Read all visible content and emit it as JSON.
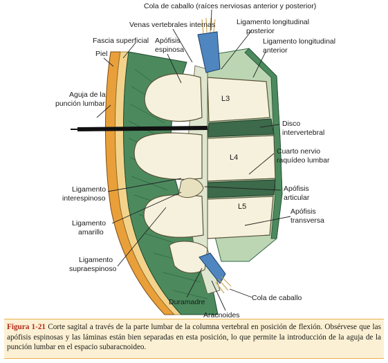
{
  "figure": {
    "labels": {
      "cauda_roots": "Cola de caballo (raíces nerviosas anterior y posterior)",
      "internal_veins": "Venas vertebrales internas",
      "posterior_ligament_1": "Ligamento longitudinal",
      "posterior_ligament_2": "posterior",
      "superficial_fascia": "Fascia superficial",
      "spinous_process_1": "Apófisis",
      "spinous_process_2": "espinosa",
      "anterior_ligament_1": "Ligamento longitudinal",
      "anterior_ligament_2": "anterior",
      "skin": "Piel",
      "needle_1": "Aguja de la",
      "needle_2": "punción lumbar",
      "disc_1": "Disco",
      "disc_2": "intervertebral",
      "nerve_1": "Cuarto nervio",
      "nerve_2": "raquídeo lumbar",
      "interspinous_1": "Ligamento",
      "interspinous_2": "interespinoso",
      "articular_1": "Apófisis",
      "articular_2": "articular",
      "flavum_1": "Ligamento",
      "flavum_2": "amarillo",
      "transverse_1": "Apófisis",
      "transverse_2": "transversa",
      "supraspinous_1": "Ligamento",
      "supraspinous_2": "supraespinoso",
      "dura": "Duramadre",
      "cauda_equina": "Cola de caballo",
      "arachnoid": "Aracnoides",
      "vertebra_l3": "L3",
      "vertebra_l4": "L4",
      "vertebra_l5": "L5"
    },
    "caption": {
      "label": "Figura 1-21",
      "text": " Corte sagital a través de la parte lumbar de la columna vertebral en posición de flexión. Obsérvese que las apófisis espinosas y las láminas están bien separadas en esta posición, lo que permite la introducción de la aguja de la punción lumbar en el espacio subaracnoideo."
    },
    "colors": {
      "skin": "#e9a03a",
      "fat": "#f3d38c",
      "muscle_green": "#4c8a5e",
      "muscle_light": "#bcd6b4",
      "bone": "#f5f1dc",
      "bone_shadow": "#d3cba6",
      "disc": "#3c6a4a",
      "dura_blue": "#4f86bf",
      "needle": "#111111",
      "caption_bg": "#fbf0d3",
      "caption_border": "#e9b24c",
      "figure_label": "#b22a1a"
    }
  }
}
